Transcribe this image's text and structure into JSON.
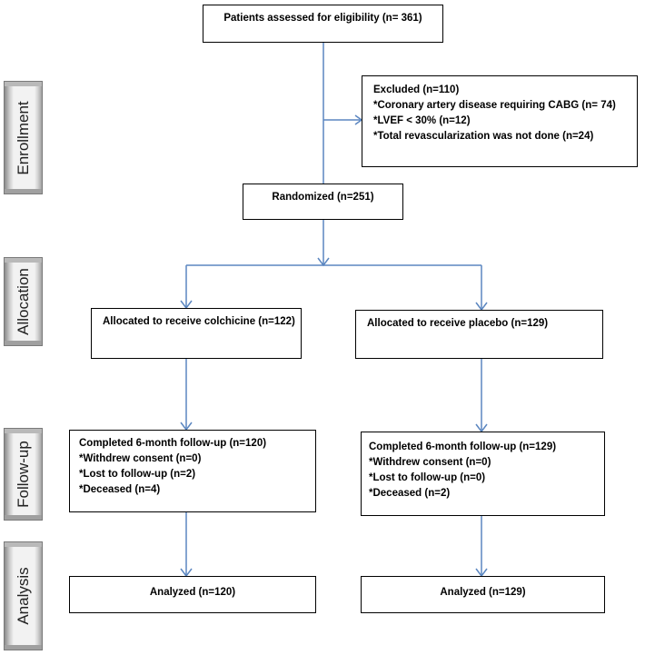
{
  "stages": [
    "Enrollment",
    "Allocation",
    "Follow-up",
    "Analysis"
  ],
  "assessed": "Patients assessed for eligibility (n= 361)",
  "excluded": [
    "Excluded (n=110)",
    "*Coronary artery disease requiring CABG (n= 74)",
    "*LVEF < 30% (n=12)",
    "*Total revascularization was not done (n=24)"
  ],
  "randomized": "Randomized (n=251)",
  "colchicine": {
    "allocated": "Allocated to receive colchicine (n=122)",
    "followup": [
      "Completed 6-month follow-up (n=120)",
      "*Withdrew consent (n=0)",
      "*Lost to follow-up (n=2)",
      "*Deceased (n=4)"
    ],
    "analyzed": "Analyzed (n=120)"
  },
  "placebo": {
    "allocated": "Allocated to receive placebo (n=129)",
    "followup": [
      "Completed 6-month follow-up (n=129)",
      "*Withdrew consent (n=0)",
      "*Lost to follow-up (n=0)",
      "*Deceased (n=2)"
    ],
    "analyzed": "Analyzed (n=129)"
  },
  "colors": {
    "arrow": "#5b86c0",
    "border": "#000000"
  }
}
